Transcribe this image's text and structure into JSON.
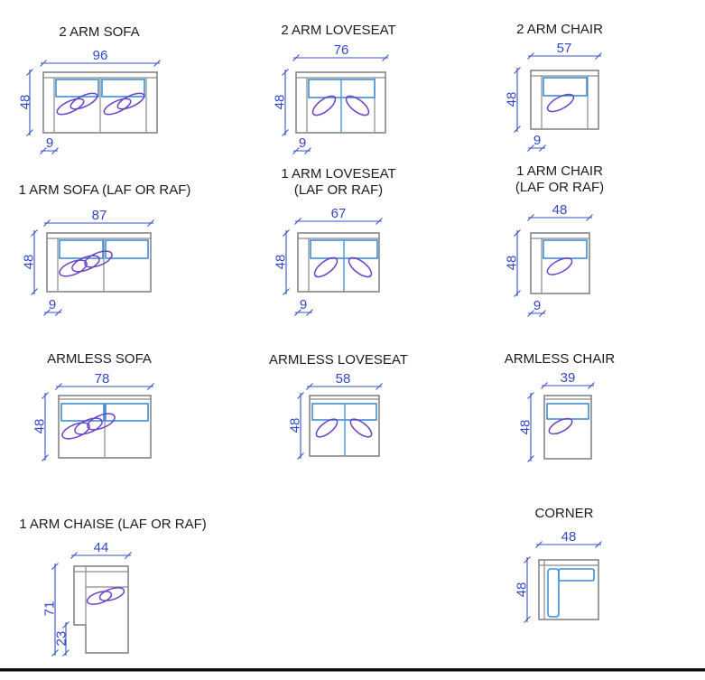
{
  "page": {
    "background": "#ffffff",
    "bottom_rule_color": "#0d0d0d"
  },
  "colors": {
    "dimension_blue": "#3a52c8",
    "cushion_blue": "#3f8ed8",
    "pillow_purple": "#6b41c6",
    "outline_gray": "#7e7e7e",
    "title_black": "#1c1c1c"
  },
  "diagrams": [
    {
      "title": "2 ARM SOFA",
      "width": "96",
      "depth": "48",
      "arm": "9"
    },
    {
      "title": "2 ARM LOVESEAT",
      "width": "76",
      "depth": "48",
      "arm": "9"
    },
    {
      "title": "2 ARM CHAIR",
      "width": "57",
      "depth": "48",
      "arm": "9"
    },
    {
      "title": "1 ARM SOFA (LAF OR RAF)",
      "width": "87",
      "depth": "48",
      "arm": "9"
    },
    {
      "title": "1 ARM LOVESEAT",
      "title2": "(LAF OR RAF)",
      "width": "67",
      "depth": "48",
      "arm": "9"
    },
    {
      "title": "1 ARM CHAIR",
      "title2": "(LAF OR RAF)",
      "width": "48",
      "depth": "48",
      "arm": "9"
    },
    {
      "title": "ARMLESS SOFA",
      "width": "78",
      "depth": "48"
    },
    {
      "title": "ARMLESS LOVESEAT",
      "width": "58",
      "depth": "48"
    },
    {
      "title": "ARMLESS CHAIR",
      "width": "39",
      "depth": "48"
    },
    {
      "title": "1 ARM CHAISE (LAF OR RAF)",
      "width": "44",
      "length": "71",
      "extension": "23"
    },
    {
      "title": "CORNER",
      "width": "48",
      "depth": "48"
    }
  ]
}
